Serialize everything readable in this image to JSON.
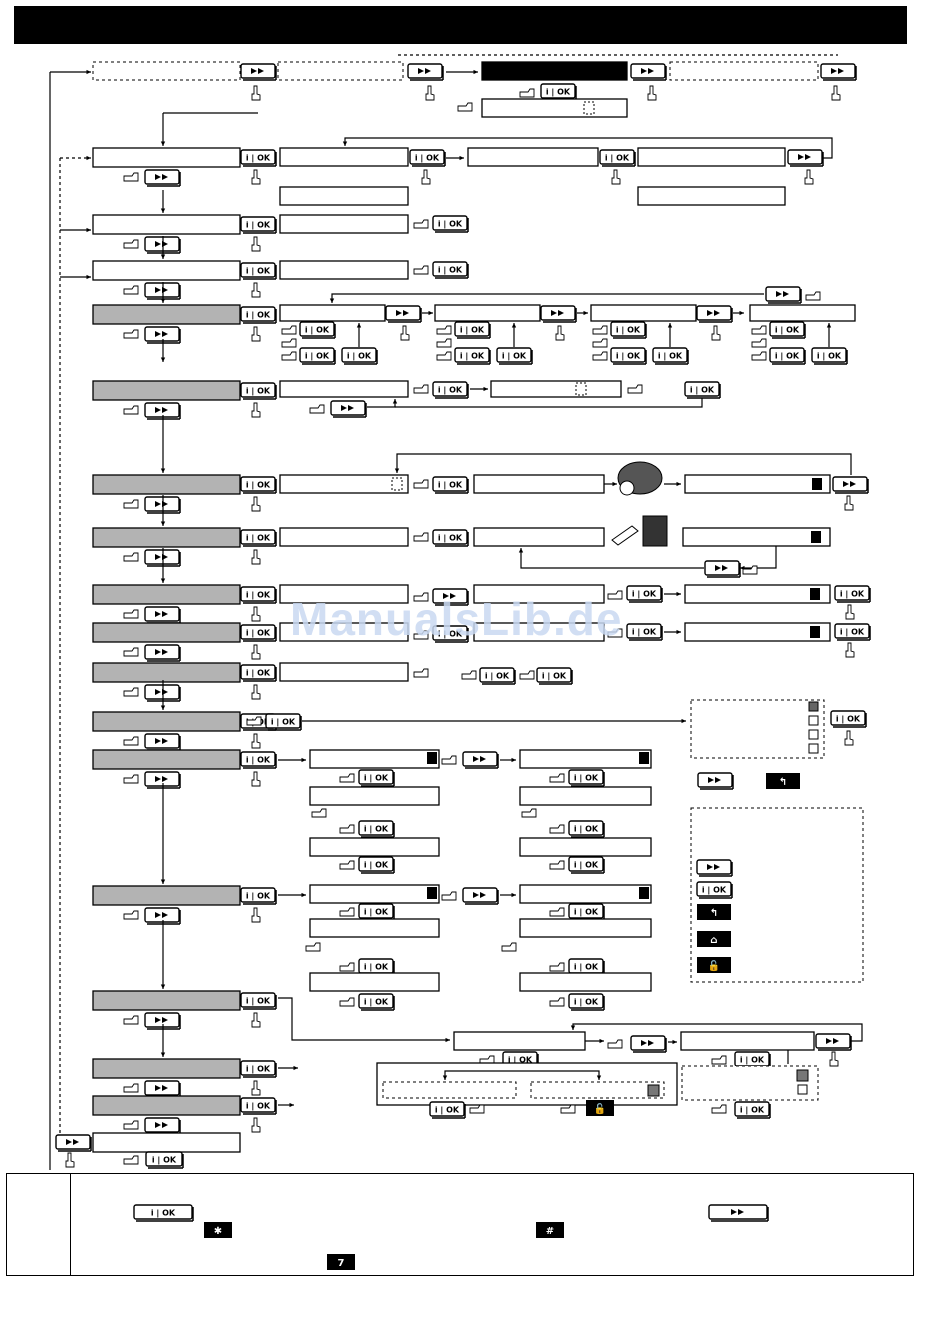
{
  "header": {
    "title": ""
  },
  "watermark": {
    "text": "ManualsLib.de"
  },
  "buttons": {
    "ok_label": "i | OK",
    "next_symbol": "▸▸",
    "back_symbol": "↰"
  },
  "icons": {
    "next": "next-button-icon",
    "ok": "ok-button-icon",
    "back": "back-button-icon",
    "away": "away-arm-icon",
    "disarm": "disarm-icon",
    "hand": "finger-press-icon",
    "keyfob": "keyfob-icon",
    "prox": "proximity-tag-icon",
    "keypad_star": "star-key-icon",
    "keypad_hash": "hash-key-icon",
    "keypad_7": "seven-key-icon"
  },
  "colors": {
    "menu_shaded": "#b3b3b3",
    "menu_plain": "#ffffff",
    "menu_active": "#000000",
    "line": "#000000",
    "watermark": "#c9d9f2"
  },
  "footer": {
    "ok_label": "i | OK",
    "next_symbol": "▸▸",
    "key_star": "✱",
    "key_hash": "#",
    "key_seven": "7"
  }
}
